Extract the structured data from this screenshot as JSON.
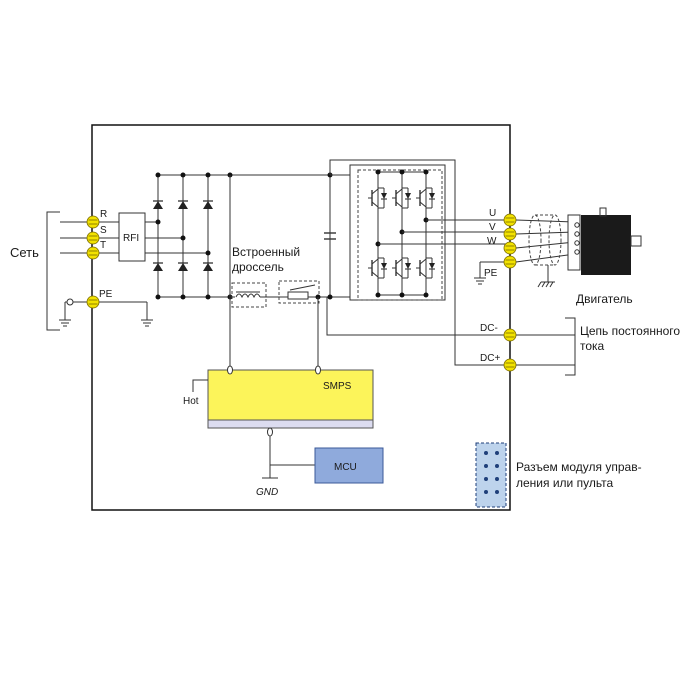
{
  "mains": {
    "label": "Сеть",
    "phases": [
      "R",
      "S",
      "T"
    ],
    "pe": "PE"
  },
  "rfi": {
    "label": "RFI"
  },
  "choke": {
    "label": "Встроенный дроссель"
  },
  "outputs": {
    "phases": [
      "U",
      "V",
      "W"
    ],
    "pe": "PE"
  },
  "motor": {
    "label": "Двигатель"
  },
  "dc": {
    "minus": "DC-",
    "plus": "DC+",
    "label": "Цепь постоянного тока"
  },
  "smps": {
    "label": "SMPS",
    "hot": "Hot",
    "gnd": "GND"
  },
  "mcu": {
    "label": "MCU"
  },
  "connector": {
    "label": "Разъем модуля управ-ления или пульта"
  },
  "colors": {
    "smps_fill": "#fcf45a",
    "mcu_fill": "#8faadc",
    "terminal": "#f2e200",
    "connector_fill": "#bdd3ec",
    "connector_dot": "#1f3f7a"
  },
  "icons": [
    "terminal-screw-icon",
    "diode-icon",
    "capacitor-icon",
    "igbt-icon",
    "ground-icon",
    "inductor-icon",
    "switch-icon"
  ]
}
